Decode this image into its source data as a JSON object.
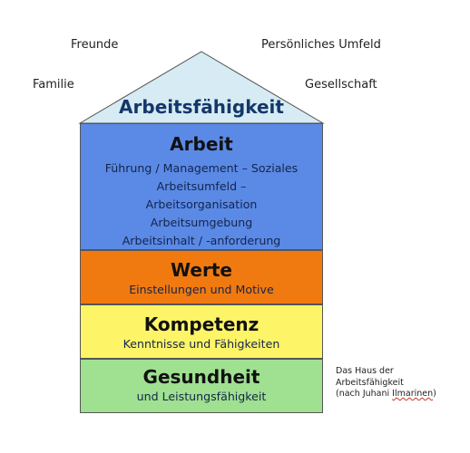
{
  "surrounding": {
    "friends": "Freunde",
    "personal_environment": "Persönliches Umfeld",
    "family": "Familie",
    "society": "Gesellschaft"
  },
  "roof": {
    "title": "Arbeitsfähigkeit"
  },
  "floors": {
    "arbeit": {
      "title": "Arbeit",
      "lines": [
        "Führung / Management – Soziales",
        "Arbeitsumfeld –",
        "Arbeitsorganisation",
        "Arbeitsumgebung",
        "Arbeitsinhalt / -anforderung"
      ]
    },
    "werte": {
      "title": "Werte",
      "subtitle": "Einstellungen und Motive"
    },
    "kompetenz": {
      "title": "Kompetenz",
      "subtitle": "Kenntnisse und Fähigkeiten"
    },
    "gesundheit": {
      "title": "Gesundheit",
      "subtitle": "und Leistungsfähigkeit"
    }
  },
  "caption": {
    "line1": "Das Haus der",
    "line2": "Arbeitsfähigkeit",
    "line3_prefix": "(nach Juhani ",
    "line3_name": "Ilmarinen",
    "line3_suffix": ")"
  },
  "colors": {
    "roof": "#d6ebf3",
    "arbeit": "#5a8ae6",
    "werte": "#f07a10",
    "kompetenz": "#fdf467",
    "gesundheit": "#9fe091"
  }
}
